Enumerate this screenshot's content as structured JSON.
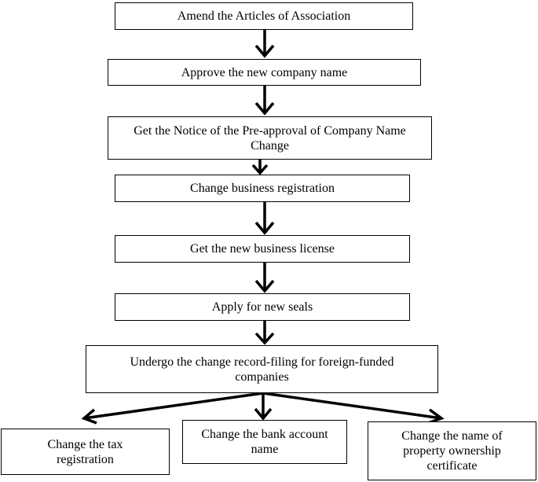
{
  "flowchart": {
    "steps": [
      {
        "id": "amend-articles",
        "label": "Amend the Articles of Association"
      },
      {
        "id": "approve-name",
        "label": "Approve the new company name"
      },
      {
        "id": "get-notice",
        "label": "Get the Notice of the Pre-approval of Company Name Change"
      },
      {
        "id": "change-registration",
        "label": "Change business registration"
      },
      {
        "id": "get-license",
        "label": "Get the new business license"
      },
      {
        "id": "apply-seals",
        "label": "Apply for new seals"
      },
      {
        "id": "record-filing",
        "label": "Undergo the change record-filing for foreign-funded companies"
      }
    ],
    "outcomes": [
      {
        "id": "change-tax",
        "label": "Change the tax registration"
      },
      {
        "id": "change-bank",
        "label": "Change the bank account name"
      },
      {
        "id": "change-property",
        "label": "Change the name of property ownership certificate"
      }
    ]
  },
  "colors": {
    "stroke": "#000000",
    "background": "#ffffff"
  }
}
